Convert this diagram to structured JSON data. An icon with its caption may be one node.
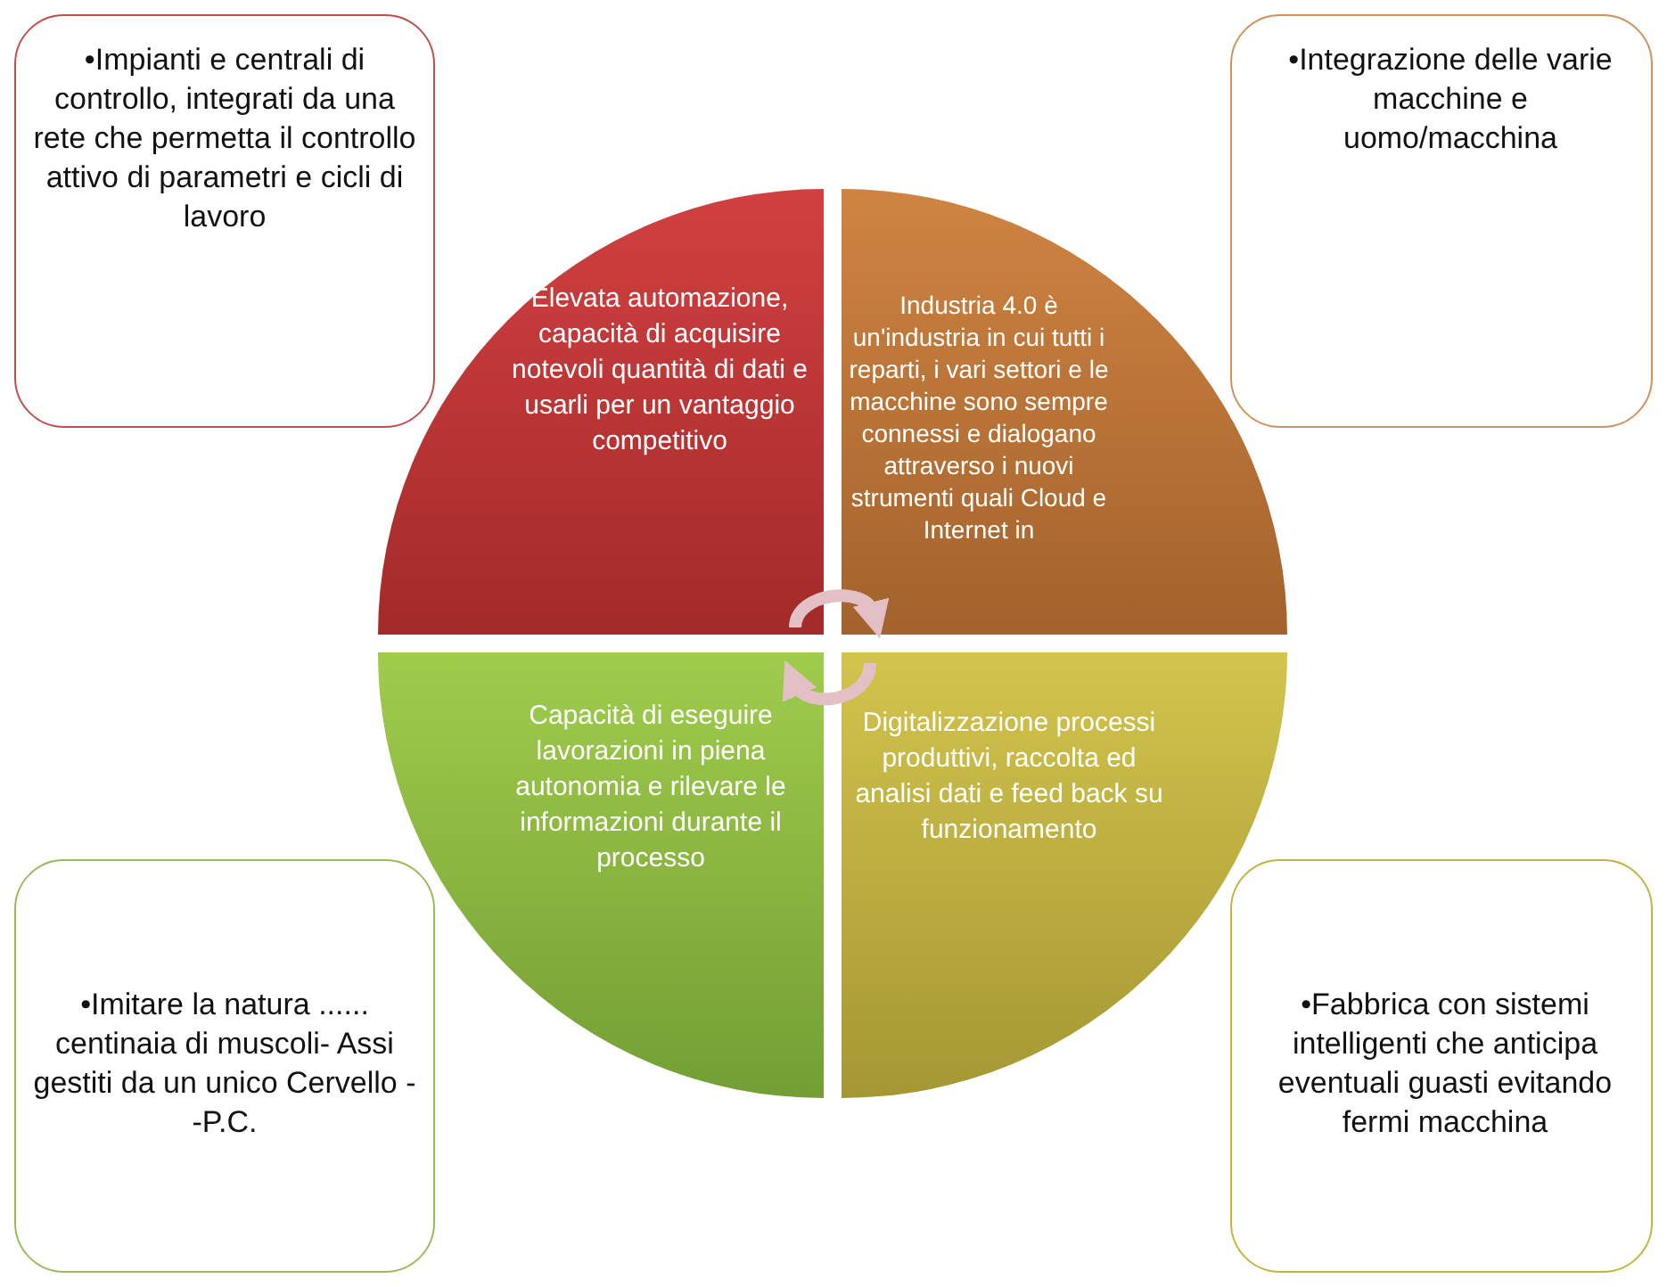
{
  "diagram": {
    "nodes": [
      {
        "text": [
          "•Impianti e centrali di controllo, integrati da una rete che permetta il controllo attivo di parametri e cicli di lavoro"
        ]
      },
      {
        "text": [
          "•Integrazione delle varie macchine e uomo/macchina"
        ]
      },
      {
        "text": [
          "Elevata automazione, capacità di acquisire notevoli quantità di dati e usarli per un vantaggio competitivo"
        ]
      },
      {
        "text": [
          "Industria 4.0 è un'industria in cui tutti i reparti, i vari settori e le macchine sono sempre connessi e dialogano attraverso i nuovi strumenti quali Cloud e Internet in"
        ]
      },
      {
        "text": [
          "Capacità di eseguire lavorazioni in piena autonomia e rilevare le informazioni durante il processo"
        ]
      },
      {
        "text": [
          "Digitalizzazione processi produttivi, raccolta ed analisi dati e feed back su funzionamento"
        ]
      },
      {
        "text": [
          "•Imitare la natura ...... centinaia di muscoli- Assi gestiti da un unico Cervello --P.C."
        ]
      },
      {
        "text": [
          "•Fabbrica con sistemi intelligenti che anticipa eventuali guasti evitando fermi macchina"
        ]
      }
    ],
    "edges": [
      {
        "from": 2,
        "to": 3,
        "arrow": "to"
      },
      {
        "from": 5,
        "to": 4,
        "arrow": "to"
      }
    ]
  }
}
